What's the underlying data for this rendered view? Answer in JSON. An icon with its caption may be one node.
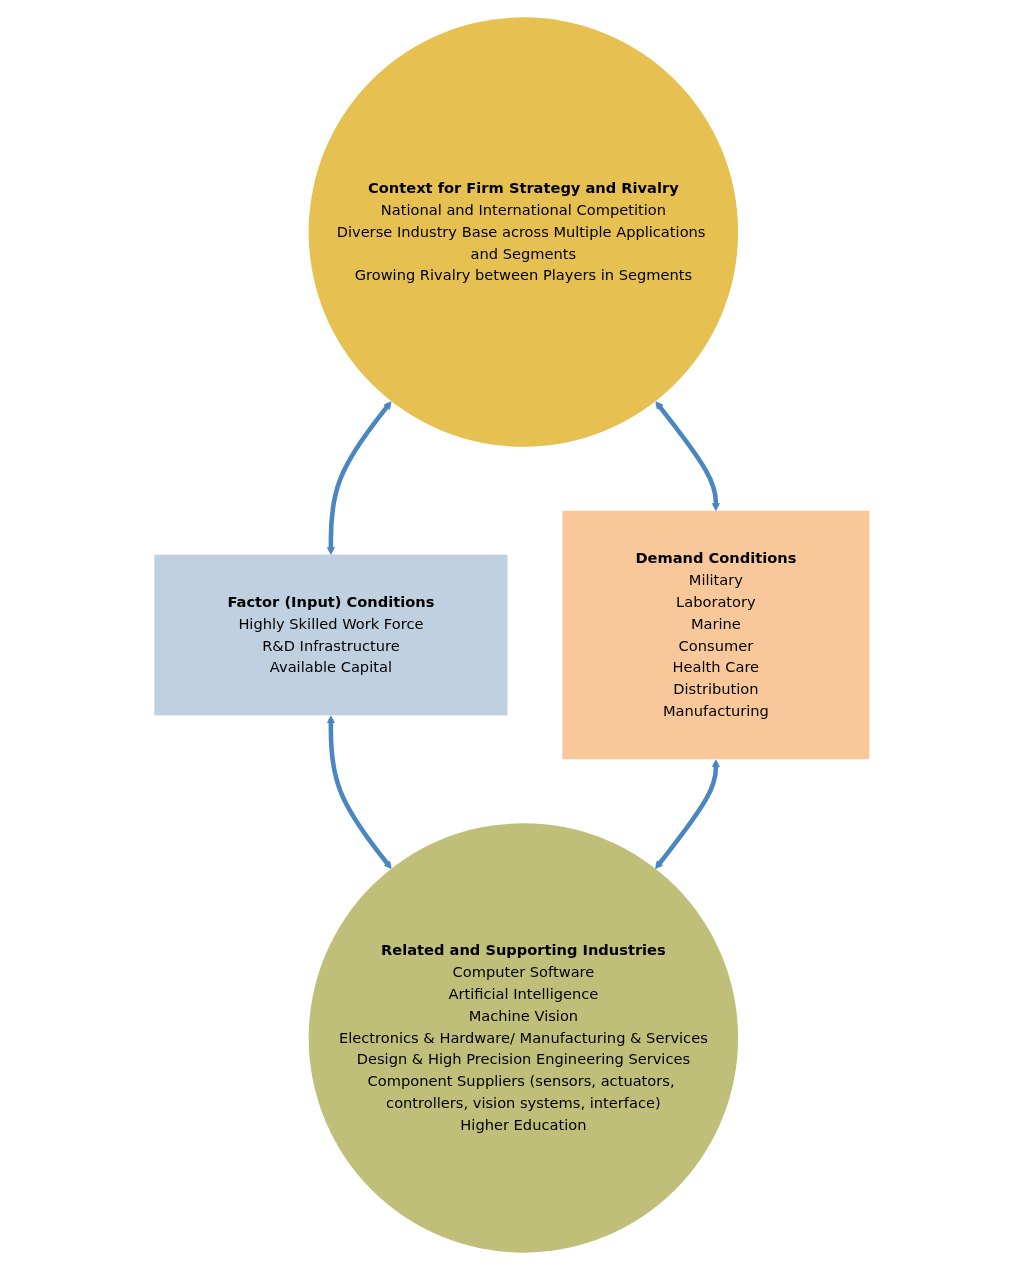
{
  "diagram": {
    "nodes": [
      {
        "text": [
          "Context for Firm Strategy and Rivalry",
          "National and International Competition",
          "Diverse Industry Base across Multiple Applications and Segments",
          "Growing Rivalry between Players in Segments"
        ]
      },
      {
        "text": [
          "Factor (Input) Conditions",
          "Highly Skilled Work Force",
          "R&D Infrastructure",
          "Available Capital"
        ]
      },
      {
        "text": [
          "Demand Conditions",
          "Military",
          "Laboratory",
          "Marine",
          "Consumer",
          "Health Care",
          "Distribution",
          "Manufacturing"
        ]
      },
      {
        "text": [
          "Related and Supporting Industries",
          "Computer Software",
          "Artificial Intelligence",
          "Machine Vision",
          "Electronics & Hardware/ Manufacturing & Services",
          "Design & High Precision Engineering Services",
          "Component Suppliers (sensors, actuators, controllers, vision systems, interface)",
          "Higher Education"
        ]
      }
    ],
    "edges": [
      {
        "from": 0,
        "to": 1,
        "arrow": "both"
      },
      {
        "from": 0,
        "to": 2,
        "arrow": "both"
      },
      {
        "from": 1,
        "to": 3,
        "arrow": "both"
      },
      {
        "from": 2,
        "to": 3,
        "arrow": "both"
      }
    ]
  }
}
